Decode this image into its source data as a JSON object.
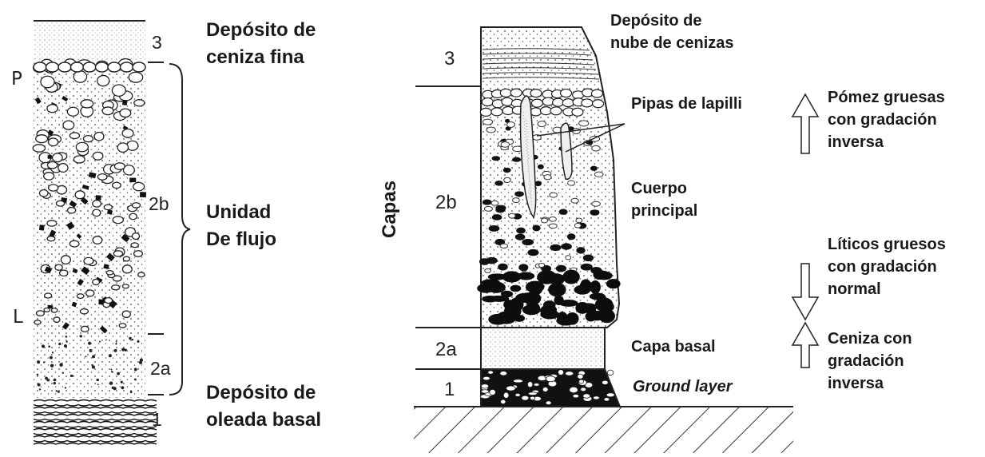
{
  "left_column": {
    "side_labels": {
      "p": "P",
      "l": "L"
    },
    "layers": {
      "layer3": "3",
      "layer2b": "2b",
      "layer2a": "2a",
      "layer1": "1"
    },
    "annotations": {
      "top_line1": "Depósito de",
      "top_line2": "ceniza fina",
      "mid_line1": "Unidad",
      "mid_line2": "De flujo",
      "bottom_line1": "Depósito de",
      "bottom_line2": "oleada basal"
    }
  },
  "right_column": {
    "axis_label": "Capas",
    "layers": {
      "layer3": "3",
      "layer2b": "2b",
      "layer2a": "2a",
      "layer1": "1"
    },
    "annotations": {
      "cloud_line1": "Depósito de",
      "cloud_line2": "nube de cenizas",
      "pipes": "Pipas de lapilli",
      "body_line1": "Cuerpo",
      "body_line2": "principal",
      "basal": "Capa basal",
      "ground": "Ground layer"
    },
    "grading": {
      "pumice_line1": "Pómez gruesas",
      "pumice_line2": "con gradación",
      "pumice_line3": "inversa",
      "lithics_line1": "Líticos gruesos",
      "lithics_line2": "con gradación",
      "lithics_line3": "normal",
      "ash_line1": "Ceniza con",
      "ash_line2": "gradación",
      "ash_line3": "inversa"
    }
  }
}
